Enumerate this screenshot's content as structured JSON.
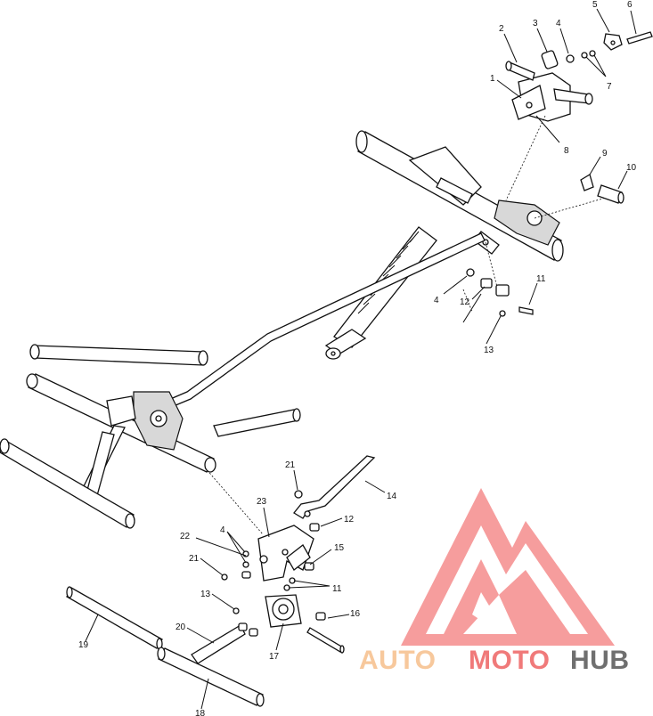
{
  "callouts": [
    {
      "id": "c2",
      "text": "2"
    },
    {
      "id": "c3",
      "text": "3"
    },
    {
      "id": "c4a",
      "text": "4"
    },
    {
      "id": "c5",
      "text": "5"
    },
    {
      "id": "c6",
      "text": "6"
    },
    {
      "id": "c1",
      "text": "1"
    },
    {
      "id": "c7",
      "text": "7"
    },
    {
      "id": "c8",
      "text": "8"
    },
    {
      "id": "c9",
      "text": "9"
    },
    {
      "id": "c10",
      "text": "10"
    },
    {
      "id": "c11a",
      "text": "11"
    },
    {
      "id": "c4b",
      "text": "4"
    },
    {
      "id": "c12a",
      "text": "12"
    },
    {
      "id": "c13a",
      "text": "13"
    },
    {
      "id": "c21a",
      "text": "21"
    },
    {
      "id": "c14",
      "text": "14"
    },
    {
      "id": "c23",
      "text": "23"
    },
    {
      "id": "c12b",
      "text": "12"
    },
    {
      "id": "c22",
      "text": "22"
    },
    {
      "id": "c4c",
      "text": "4"
    },
    {
      "id": "c15",
      "text": "15"
    },
    {
      "id": "c21b",
      "text": "21"
    },
    {
      "id": "c11b",
      "text": "11"
    },
    {
      "id": "c13b",
      "text": "13"
    },
    {
      "id": "c16",
      "text": "16"
    },
    {
      "id": "c20",
      "text": "20"
    },
    {
      "id": "c17",
      "text": "17"
    },
    {
      "id": "c19",
      "text": "19"
    },
    {
      "id": "c18",
      "text": "18"
    }
  ],
  "watermark": {
    "part1": "AUTO",
    "part2": "MOTO",
    "part3": "HUB",
    "color_light": "#f7c89c",
    "color_red": "#f07a7a",
    "color_dark": "#6f6f6f",
    "logo_color": "#f47c7c"
  }
}
